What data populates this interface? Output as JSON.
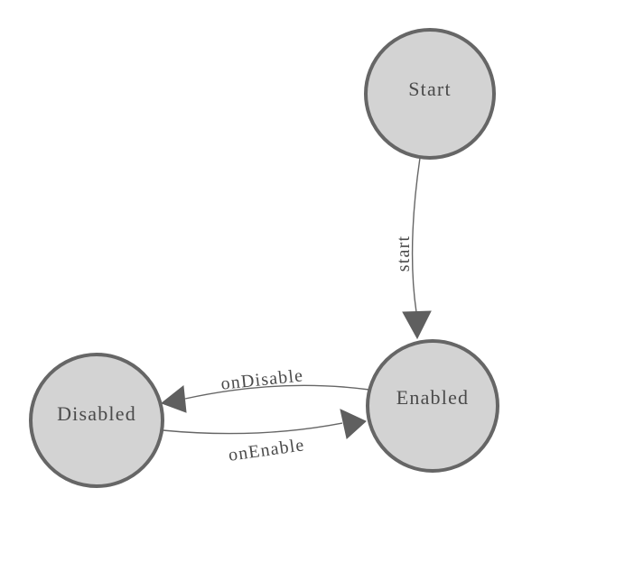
{
  "diagram": {
    "type": "state-machine-graph",
    "nodes": [
      {
        "id": "start",
        "label": "Start"
      },
      {
        "id": "enabled",
        "label": "Enabled"
      },
      {
        "id": "disabled",
        "label": "Disabled"
      }
    ],
    "edges": [
      {
        "id": "start-transition",
        "label": "start",
        "from": "Start",
        "to": "Enabled"
      },
      {
        "id": "on-disable",
        "label": "onDisable",
        "from": "Enabled",
        "to": "Disabled"
      },
      {
        "id": "on-enable",
        "label": "onEnable",
        "from": "Disabled",
        "to": "Enabled"
      }
    ],
    "colors": {
      "background": "#ffffff",
      "node_fill": "#d3d3d3",
      "node_stroke": "#666666",
      "edge": "#666666",
      "arrow": "#5f5f5f",
      "text": "#4a4a4a"
    }
  }
}
